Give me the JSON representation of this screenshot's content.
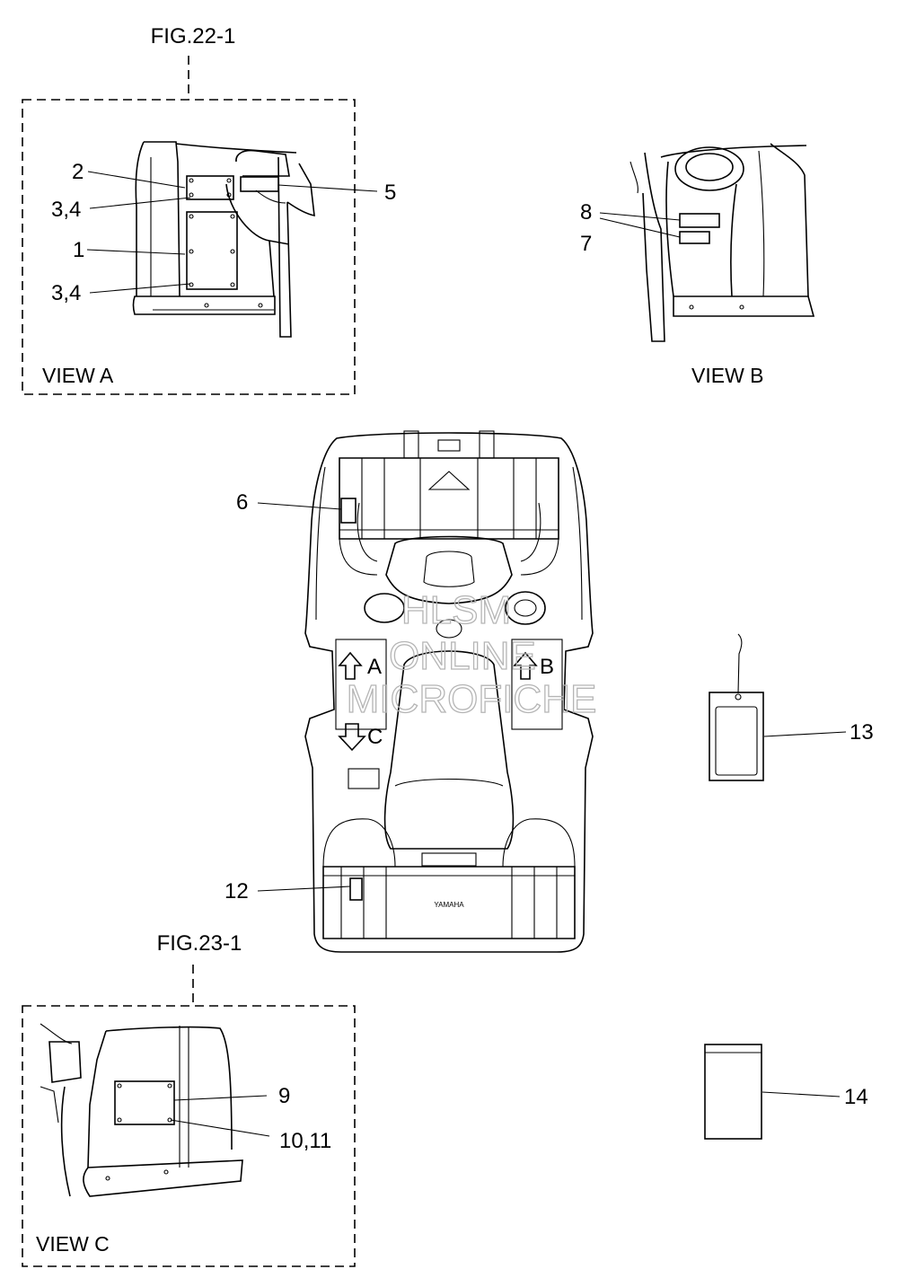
{
  "figures": {
    "fig_top": "FIG.22-1",
    "fig_bottom": "FIG.23-1"
  },
  "views": {
    "view_a": "VIEW A",
    "view_b": "VIEW B",
    "view_c": "VIEW C"
  },
  "callouts": {
    "c1": "1",
    "c2": "2",
    "c34a": "3,4",
    "c34b": "3,4",
    "c5": "5",
    "c6": "6",
    "c7": "7",
    "c8": "8",
    "c9": "9",
    "c1011": "10,11",
    "c12": "12",
    "c13": "13",
    "c14": "14"
  },
  "arrows": {
    "a": "A",
    "b": "B",
    "c": "C"
  },
  "watermark": {
    "line1": "HLSM",
    "line2": "ONLINE",
    "line3": "MICROFICHE"
  },
  "emblem": "YAMAHA",
  "colors": {
    "ink": "#000000",
    "watermark": "#b5b5b5"
  }
}
